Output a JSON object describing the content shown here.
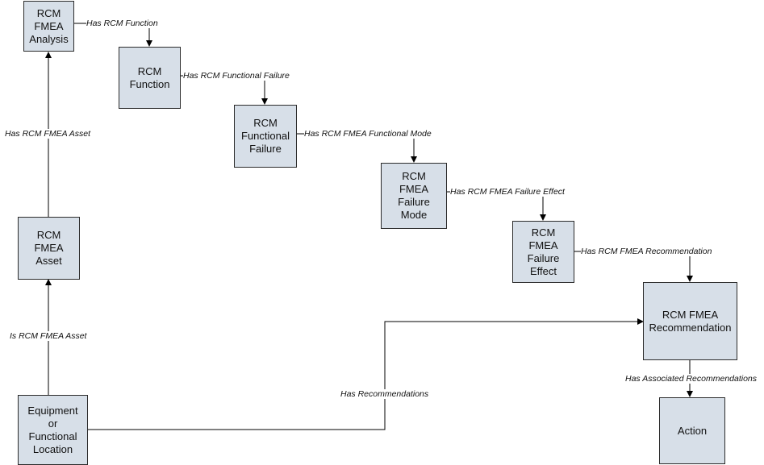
{
  "nodes": {
    "rcm_fmea_analysis": "RCM\nFMEA\nAnalysis",
    "rcm_function": "RCM\nFunction",
    "rcm_functional_failure": "RCM\nFunctional\nFailure",
    "rcm_fmea_failure_mode": "RCM\nFMEA\nFailure\nMode",
    "rcm_fmea_failure_effect": "RCM\nFMEA\nFailure\nEffect",
    "rcm_fmea_recommendation": "RCM FMEA\nRecommendation",
    "rcm_fmea_asset": "RCM\nFMEA\nAsset",
    "equipment_or_location": "Equipment\nor\nFunctional\nLocation",
    "action": "Action"
  },
  "edges": {
    "has_rcm_function": "Has RCM Function",
    "has_rcm_functional_failure": "Has RCM Functional Failure",
    "has_rcm_fmea_functional_mode": "Has RCM FMEA Functional Mode",
    "has_rcm_fmea_failure_effect": "Has RCM FMEA Failure Effect",
    "has_rcm_fmea_recommendation": "Has RCM FMEA Recommendation",
    "has_rcm_fmea_asset": "Has RCM FMEA Asset",
    "is_rcm_fmea_asset": "Is RCM FMEA Asset",
    "has_recommendations": "Has Recommendations",
    "has_associated_recommendations": "Has Associated Recommendations"
  },
  "colors": {
    "node_fill": "#d7dfe8",
    "node_border": "#2b2b2b",
    "connector": "#000000"
  }
}
